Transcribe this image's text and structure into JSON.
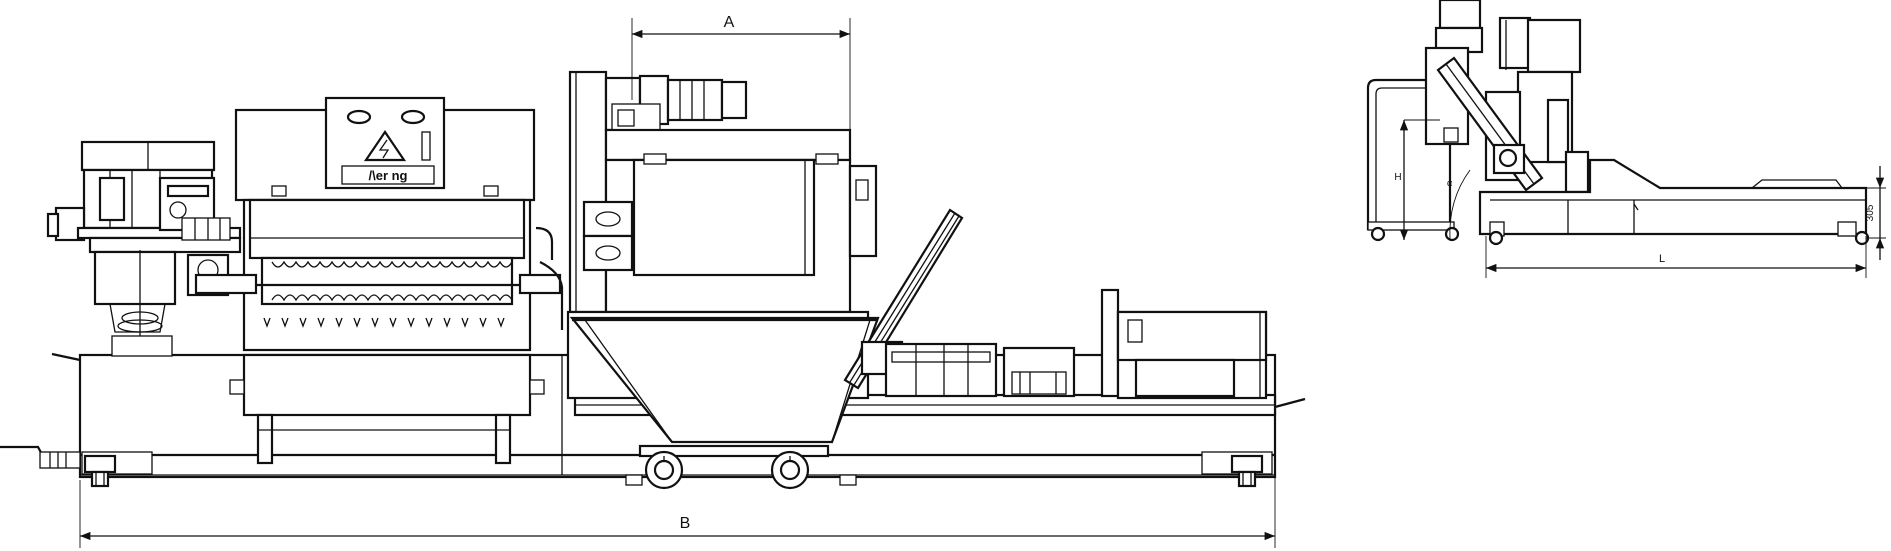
{
  "front_view": {
    "dimension_a_label": "A",
    "dimension_b_label": "B",
    "brand_plate_text": "/\\er ng"
  },
  "side_view": {
    "dimension_h_label": "H",
    "dimension_l_label": "L",
    "dimension_height_value": "305",
    "angle_mark_label": "α"
  }
}
